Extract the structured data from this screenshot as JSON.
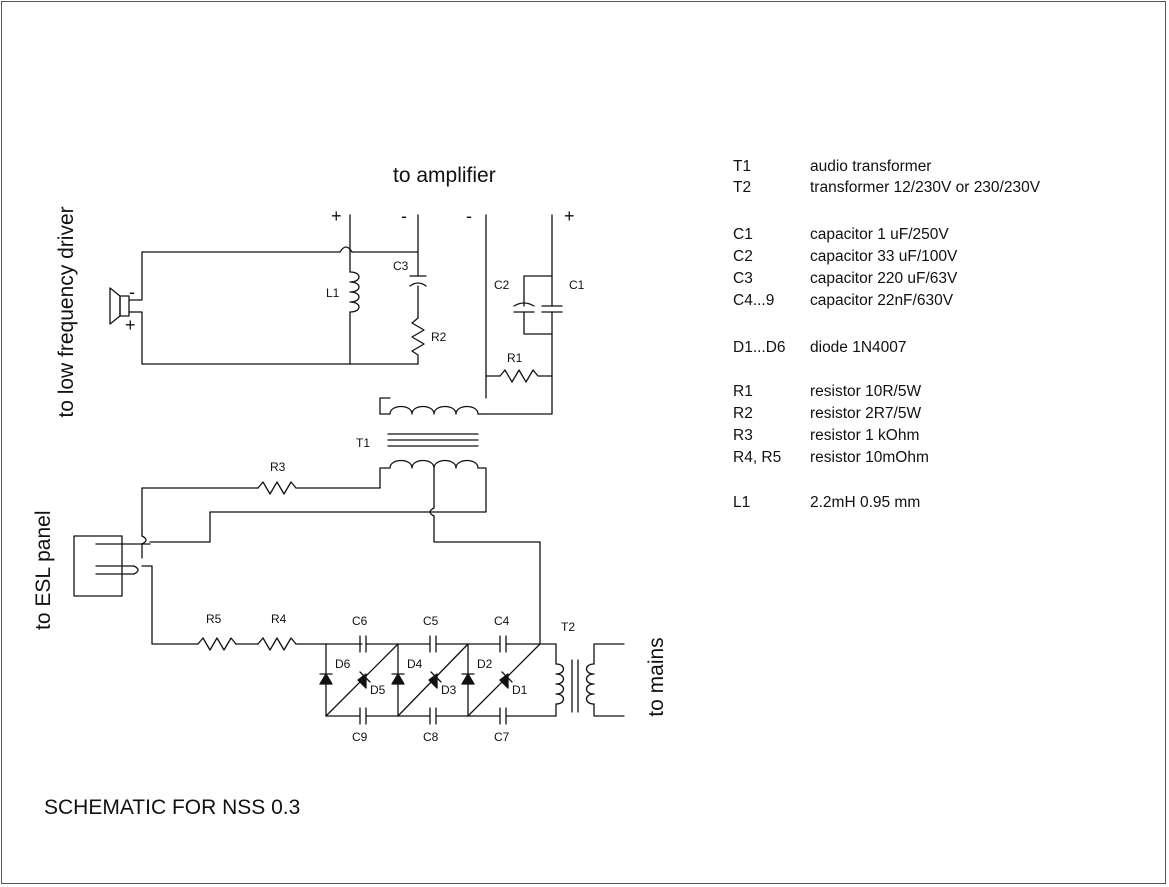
{
  "title": "SCHEMATIC FOR NSS 0.3",
  "terminals": {
    "amplifier": "to amplifier",
    "low_freq_driver": "to low frequency driver",
    "esl_panel": "to ESL panel",
    "mains": "to mains"
  },
  "polarity": {
    "driver_plus": "+",
    "driver_minus": "-",
    "speaker_minus": "-",
    "speaker_plus": "+",
    "amp_minus": "-",
    "amp_plus": "+"
  },
  "components": {
    "L1": "L1",
    "C3": "C3",
    "R2": "R2",
    "C2": "C2",
    "C1": "C1",
    "R1": "R1",
    "T1": "T1",
    "R3": "R3",
    "R5": "R5",
    "R4": "R4",
    "C6": "C6",
    "C5": "C5",
    "C4": "C4",
    "C9": "C9",
    "C8": "C8",
    "C7": "C7",
    "D6": "D6",
    "D5": "D5",
    "D4": "D4",
    "D3": "D3",
    "D2": "D2",
    "D1": "D1",
    "T2": "T2"
  },
  "parts_list": [
    {
      "ref": "T1",
      "desc": "audio transformer"
    },
    {
      "ref": "T2",
      "desc": "transformer  12/230V or 230/230V"
    },
    {
      "ref": "C1",
      "desc": "capacitor 1 uF/250V"
    },
    {
      "ref": "C2",
      "desc": "capacitor 33 uF/100V"
    },
    {
      "ref": "C3",
      "desc": "capacitor 220 uF/63V"
    },
    {
      "ref": "C4...9",
      "desc": "capacitor 22nF/630V"
    },
    {
      "ref": "D1...D6",
      "desc": "diode 1N4007"
    },
    {
      "ref": "R1",
      "desc": "resistor 10R/5W"
    },
    {
      "ref": "R2",
      "desc": "resistor 2R7/5W"
    },
    {
      "ref": "R3",
      "desc": "resistor 1 kOhm"
    },
    {
      "ref": "R4, R5",
      "desc": "resistor 10mOhm"
    },
    {
      "ref": "L1",
      "desc": "2.2mH 0.95 mm"
    }
  ]
}
